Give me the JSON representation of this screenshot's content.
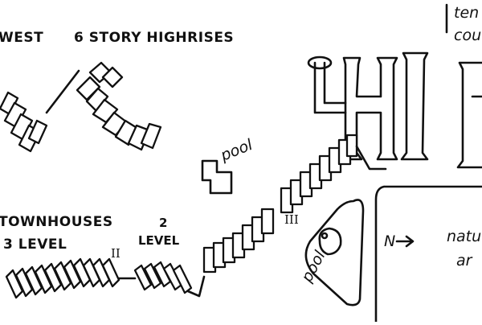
{
  "labels": {
    "west": "WEST",
    "highrises": "6 STORY HIGHRISES",
    "tennis_line1": "ten",
    "tennis_line2": "cou",
    "pool_center": "pool",
    "pool_bottom": "pool",
    "townhouses_line1": "TOWNHOUSES",
    "townhouses_line2": "3 LEVEL",
    "two_level_line1": "2",
    "two_level_line2": "LEVEL",
    "phase_two": "II",
    "phase_three": "III",
    "north": "N",
    "natural_line1": "natu",
    "natural_line2": "ar"
  },
  "colors": {
    "ink": "#111111",
    "paper": "#ffffff"
  }
}
